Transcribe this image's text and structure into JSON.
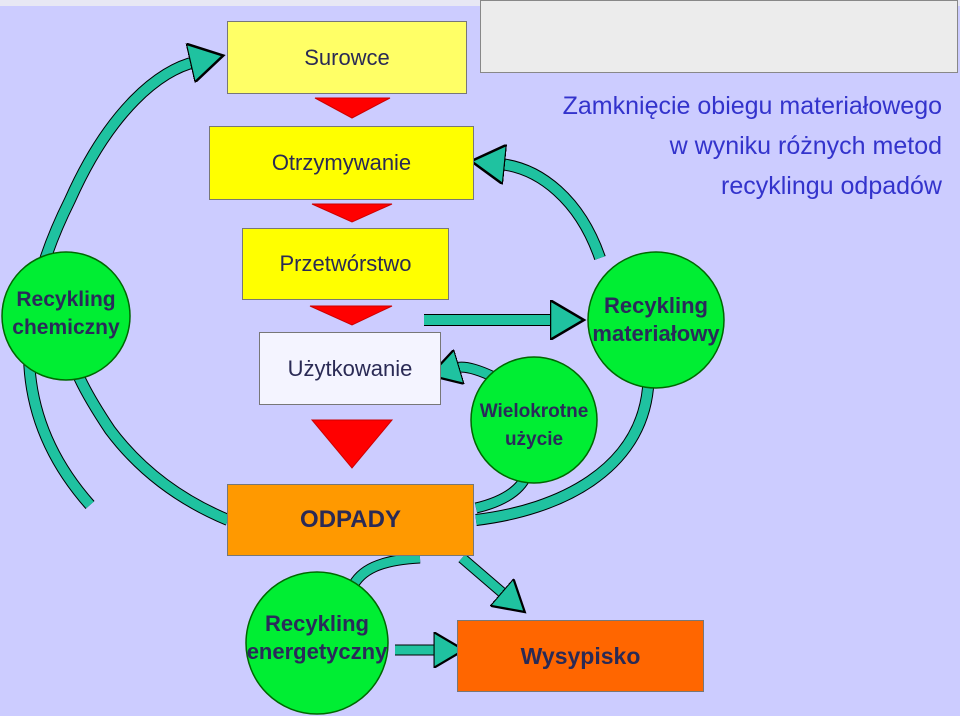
{
  "title": {
    "line1": "Zamknięcie obiegu materiałowego",
    "line2": "w wyniku różnych metod",
    "line3": "recyklingu odpadów"
  },
  "steps": {
    "surowce": "Surowce",
    "otrzymywanie": "Otrzymywanie",
    "przetworstwo": "Przetwórstwo",
    "uzytkowanie": "Użytkowanie",
    "odpady": "ODPADY",
    "wysypisko": "Wysypisko"
  },
  "circles": {
    "chemiczny": {
      "line1": "Recykling",
      "line2": "chemiczny"
    },
    "materialowy": {
      "line1": "Recykling",
      "line2": "materiałowy"
    },
    "wielokrotne": {
      "line1": "Wielokrotne",
      "line2": "użycie"
    },
    "energetyczny": {
      "line1": "Recykling",
      "line2": "energetyczny"
    }
  },
  "colors": {
    "background": "#ccccff",
    "circle_fill": "#00ee33",
    "arrow_fill": "#1fc2a0",
    "down_arrow": "#ff0000",
    "title_text": "#3333cc"
  }
}
